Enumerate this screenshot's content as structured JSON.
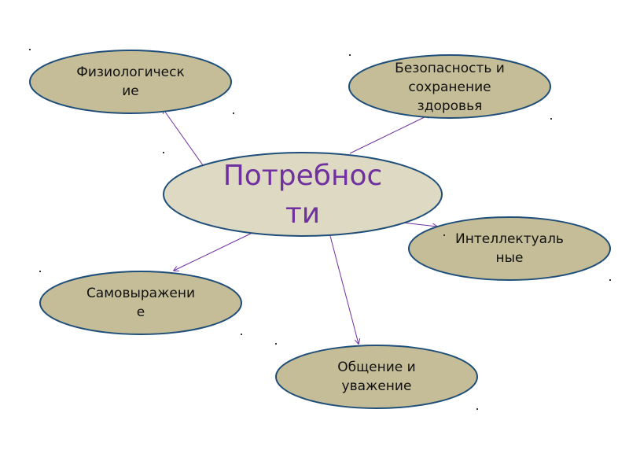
{
  "colors": {
    "background": "#ffffff",
    "node_fill": "#c4bd97",
    "node_border": "#1f4e79",
    "center_fill": "#ddd9c3",
    "center_text": "#7030a0",
    "arrow": "#7030a0",
    "text": "#111111"
  },
  "center": {
    "label": "Потребнос\nти"
  },
  "nodes": {
    "physiological": {
      "label": "Физиологическ\nие"
    },
    "safety": {
      "label": "Безопасность и\nсохранение\nздоровья"
    },
    "intellectual": {
      "label": "Интеллектуаль\nные"
    },
    "self_expression": {
      "label": "Самовыражени\nе"
    },
    "communication": {
      "label": "Общение и\nуважение"
    }
  }
}
